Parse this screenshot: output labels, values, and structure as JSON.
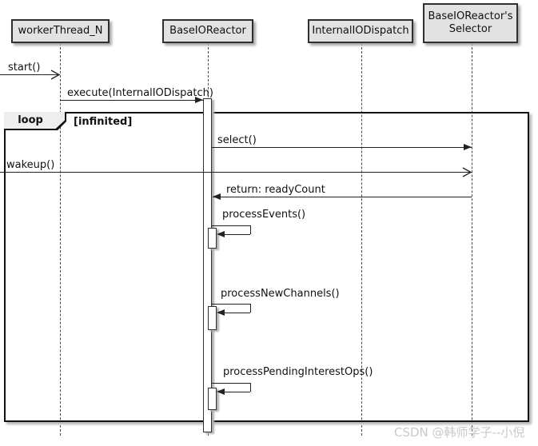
{
  "diagram": {
    "type": "uml-sequence",
    "participants": [
      {
        "name": "workerThread_N"
      },
      {
        "name": "BaseIOReactor"
      },
      {
        "name": "InternalIODispatch"
      },
      {
        "name": "BaseIOReactor's Selector"
      }
    ],
    "loop": {
      "label": "loop",
      "condition": "[infinited]"
    },
    "messages": {
      "start": "start()",
      "execute": "execute(InternalIODispatch)",
      "select": "select()",
      "wakeup": "wakeup()",
      "return_ready": "return: readyCount",
      "process_events": "processEvents()",
      "process_new_channels": "processNewChannels()",
      "process_pending": "processPendingInterestOps()"
    },
    "watermark": "CSDN @韩师学子--小倪",
    "colors": {
      "participant_fill": "#e2e2e2",
      "border": "#2f2f2f",
      "shadow": "#a9a9a9",
      "line": "#222222",
      "loop_label_fill": "#eeeeee",
      "watermark": "#c9c9c9",
      "background": "#ffffff"
    }
  }
}
